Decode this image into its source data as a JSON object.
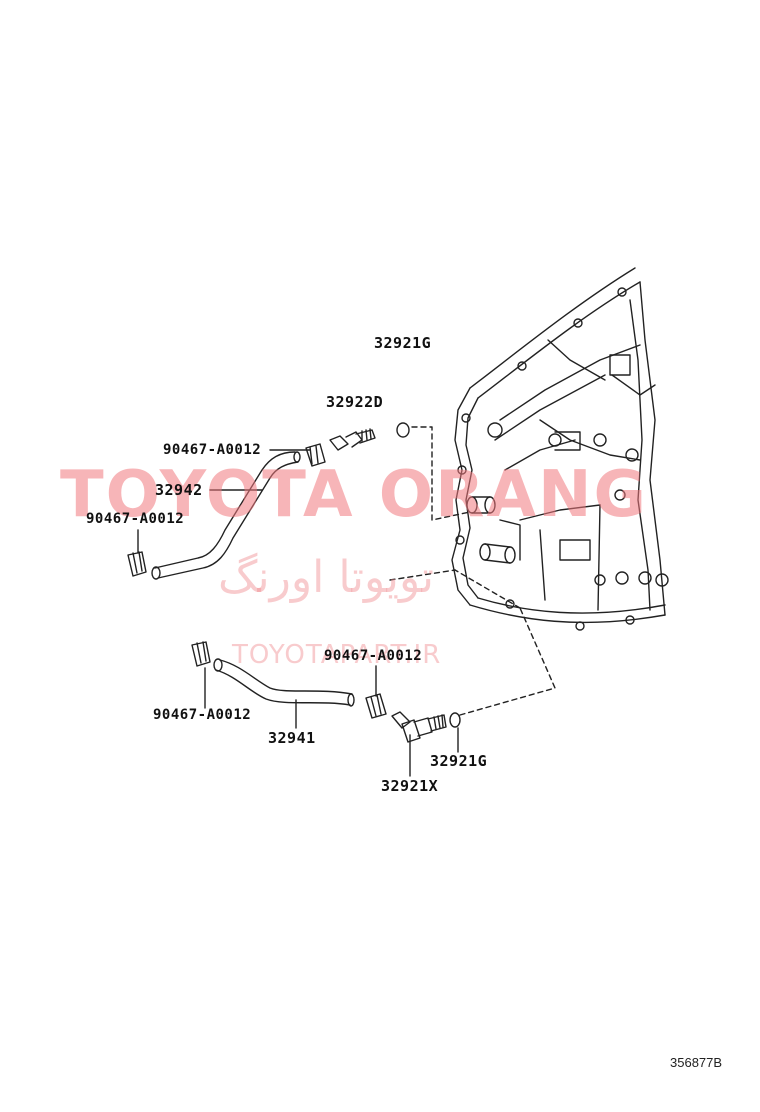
{
  "labels": {
    "gasket_top": "32921G",
    "union_top": "32922D",
    "clip_top_right": "90467-A0012",
    "hose_upper": "32942",
    "clip_top_left": "90467-A0012",
    "clip_bottom_right": "90467-A0012",
    "clip_bottom_left": "90467-A0012",
    "hose_lower": "32941",
    "gasket_bottom": "32921G",
    "union_bottom": "32921X"
  },
  "watermark": {
    "brand": "TOYOTA ORANG",
    "persian": "تویوتا اورنگ",
    "url": "TOYOTAPART.IR"
  },
  "reference_number": "356877B"
}
